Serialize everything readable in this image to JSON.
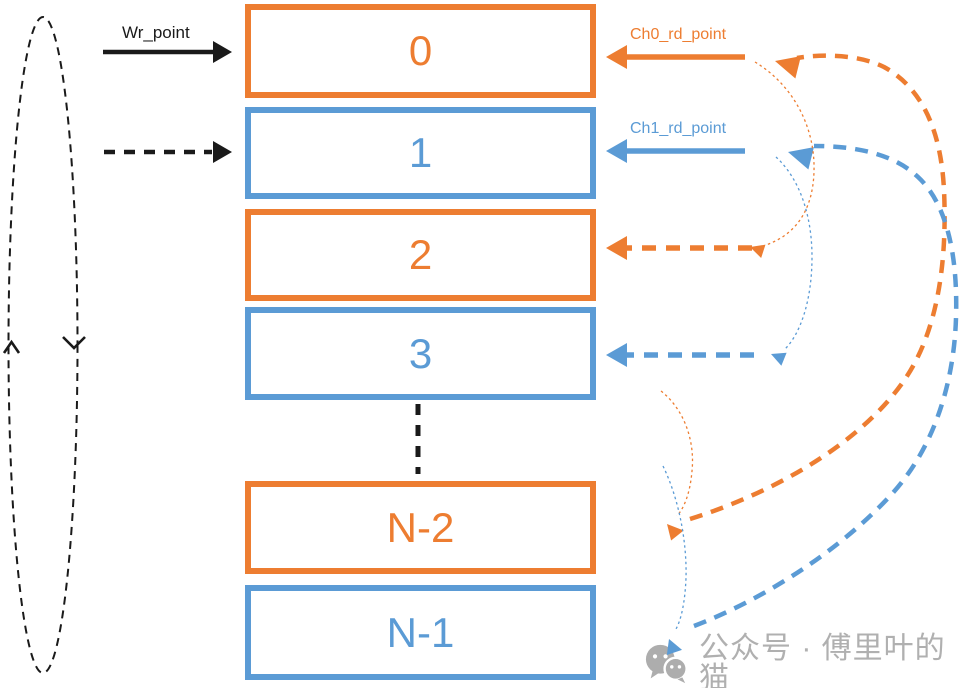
{
  "colors": {
    "orange": "#ED7D31",
    "blue": "#5B9BD5",
    "ink": "#1a1a1a",
    "gray": "#b0b0b0"
  },
  "pointers": {
    "write": {
      "label": "Wr_point"
    },
    "ch0": {
      "label": "Ch0_rd_point"
    },
    "ch1": {
      "label": "Ch1_rd_point"
    }
  },
  "buffer": {
    "slots": [
      {
        "label": "0",
        "channel": "ch0"
      },
      {
        "label": "1",
        "channel": "ch1"
      },
      {
        "label": "2",
        "channel": "ch0"
      },
      {
        "label": "3",
        "channel": "ch1"
      },
      {
        "label": "N-2",
        "channel": "ch0"
      },
      {
        "label": "N-1",
        "channel": "ch1"
      }
    ]
  },
  "watermark": {
    "text": "公众号 · 傅里叶的猫",
    "icon": "wechat-icon"
  }
}
